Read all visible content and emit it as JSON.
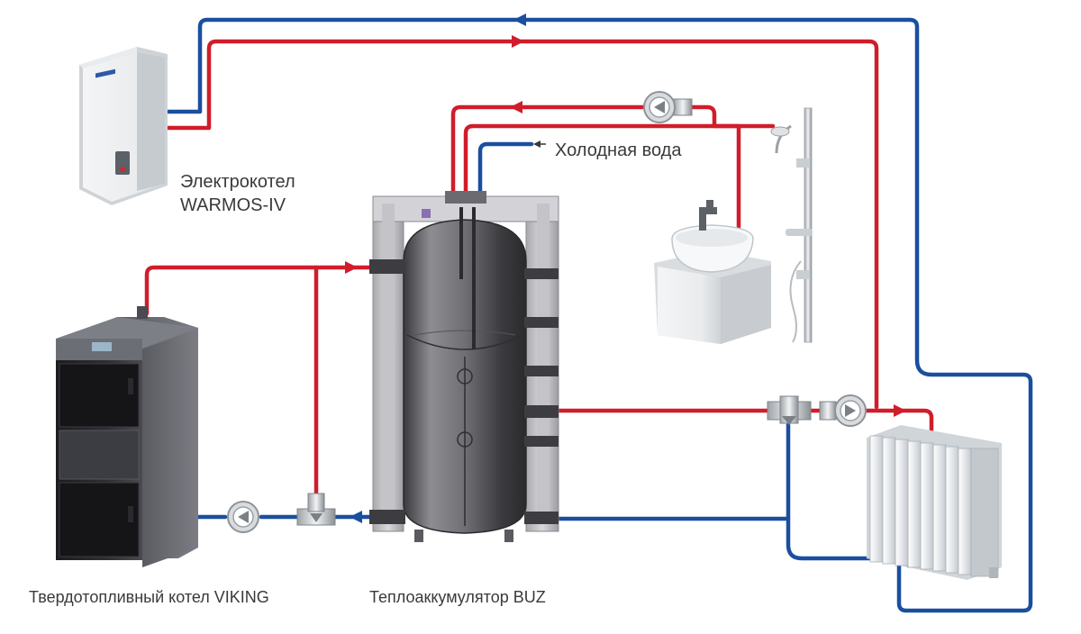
{
  "labels": {
    "electric_boiler_line1": "Электрокотел",
    "electric_boiler_line2": "WARMOS-IV",
    "cold_water": "Холодная вода",
    "solid_fuel_boiler": "Твердотопливный котел VIKING",
    "heat_accumulator": "Теплоаккумулятор BUZ"
  },
  "colors": {
    "hot_pipe": "#d01d2b",
    "cold_pipe": "#1a4f9f",
    "label_text": "#3a3a3a",
    "background": "#ffffff"
  }
}
